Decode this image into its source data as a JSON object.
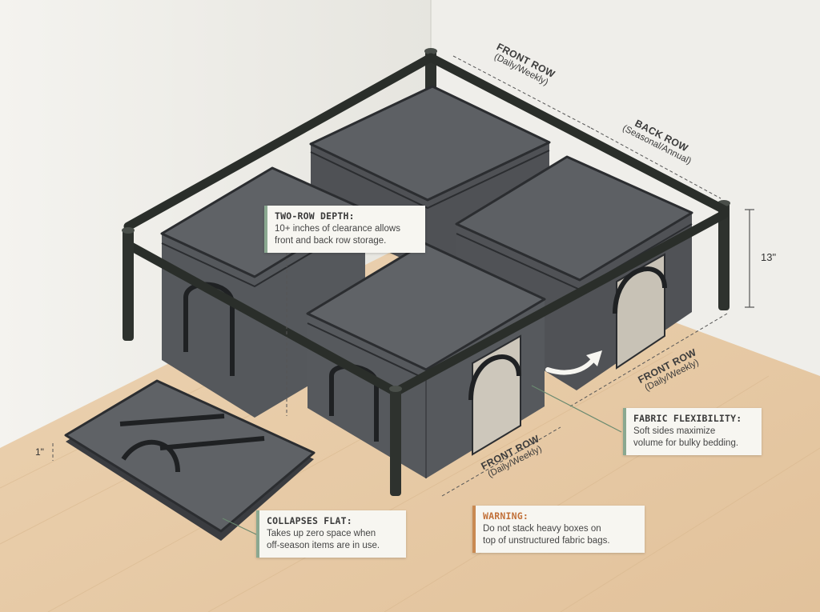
{
  "labels": {
    "front_row_top": {
      "heading": "FRONT ROW",
      "sub": "(Daily/Weekly)"
    },
    "back_row": {
      "heading": "BACK ROW",
      "sub": "(Seasonal/Annual)"
    },
    "front_row_right": {
      "heading": "FRONT ROW",
      "sub": "(Daily/Weekly)"
    },
    "front_row_bottom": {
      "heading": "FRONT ROW",
      "sub": "(Daily/Weekly)"
    }
  },
  "dimensions": {
    "height": "13\"",
    "flat_thickness": "1\""
  },
  "callouts": {
    "two_row_depth": {
      "title": "TWO-ROW DEPTH:",
      "line1": "10+ inches of clearance allows",
      "line2": "front and back row storage."
    },
    "fabric_flexibility": {
      "title": "FABRIC FLEXIBILITY:",
      "line1": "Soft sides maximize",
      "line2": "volume for bulky bedding."
    },
    "collapses_flat": {
      "title": "COLLAPSES FLAT:",
      "line1": "Takes up zero space when",
      "line2": "off-season items are in use."
    },
    "warning": {
      "title": "WARNING:",
      "line1": "Do not stack heavy boxes on",
      "line2": "top of unstructured fabric bags."
    }
  },
  "colors": {
    "accent_green": "#8aa890",
    "warning_orange": "#c2713a",
    "bag_gray": "#55575b",
    "frame": "#2c302c",
    "floor": "#e6c9a4"
  }
}
